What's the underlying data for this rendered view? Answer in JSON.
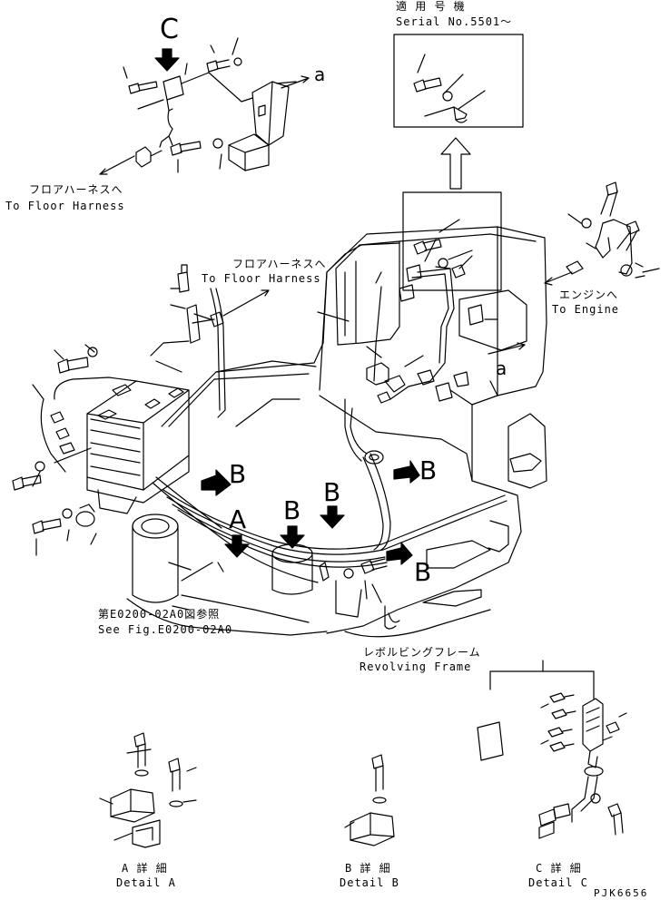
{
  "serial_box": {
    "title": "適 用 号 機",
    "serial": "Serial No.5501～"
  },
  "labels": {
    "floor_harness_jp_left": "フロアハーネスへ",
    "floor_harness_en_left": "To Floor Harness",
    "floor_harness_jp_center": "フロアハーネスへ",
    "floor_harness_en_center": "To Floor Harness",
    "engine_jp": "エンジンへ",
    "engine_en": "To Engine",
    "see_fig_jp": "第E0200-02A0図参照",
    "see_fig_en": "See Fig.E0200-02A0",
    "revolving_jp": "レボルビングフレーム",
    "revolving_en": "Revolving Frame"
  },
  "view_markers": {
    "c": "C",
    "a_top": "a",
    "a_right": "a",
    "b_1": "B",
    "b_2": "B",
    "b_3": "B",
    "b_4": "B",
    "b_5": "B",
    "a_detail": "A"
  },
  "details": {
    "a": {
      "jp": "A 詳 細",
      "en": "Detail A"
    },
    "b": {
      "jp": "B 詳 細",
      "en": "Detail B"
    },
    "c": {
      "jp": "C 詳 細",
      "en": "Detail C"
    }
  },
  "drawing_code": "PJK6656"
}
